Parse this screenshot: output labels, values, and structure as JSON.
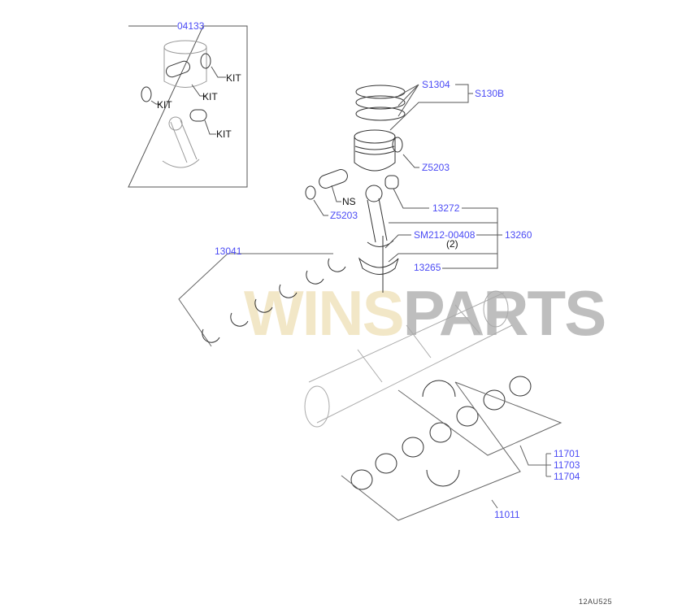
{
  "title_ref": "12AU525",
  "watermark": {
    "part1": "WINS",
    "part2": "PARTS"
  },
  "callouts": {
    "kit_box": "04133",
    "kit1": "KIT",
    "kit2": "KIT",
    "kit3": "KIT",
    "kit4": "KIT",
    "rings": "S1304",
    "piston_assy": "S130B",
    "snap_ring_right": "Z5203",
    "pin": "NS",
    "snap_ring_left": "Z5203",
    "bushing": "13272",
    "bolt": "SM212-00408",
    "bolt_qty": "(2)",
    "conrod_assy": "13260",
    "rod_bearing": "13265",
    "rod_bearings_set": "13041",
    "thrust_1": "11701",
    "thrust_2": "11703",
    "thrust_3": "11704",
    "main_bearings": "11011"
  },
  "colors": {
    "callout": "#4b4bf5",
    "line": "#555555"
  }
}
